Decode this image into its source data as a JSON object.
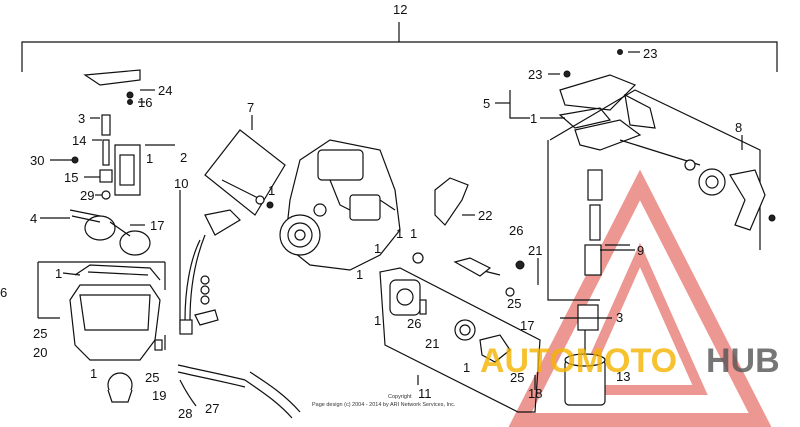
{
  "diagram": {
    "callouts": [
      {
        "id": "c12",
        "text": "12"
      },
      {
        "id": "c23a",
        "text": "23"
      },
      {
        "id": "c23b",
        "text": "23"
      },
      {
        "id": "c24",
        "text": "24"
      },
      {
        "id": "c16",
        "text": "16"
      },
      {
        "id": "c5",
        "text": "5"
      },
      {
        "id": "c1a",
        "text": "1"
      },
      {
        "id": "c3a",
        "text": "3"
      },
      {
        "id": "c14",
        "text": "14"
      },
      {
        "id": "c2",
        "text": "2"
      },
      {
        "id": "c1b",
        "text": "1"
      },
      {
        "id": "c30",
        "text": "30"
      },
      {
        "id": "c15",
        "text": "15"
      },
      {
        "id": "c29",
        "text": "29"
      },
      {
        "id": "c7",
        "text": "7"
      },
      {
        "id": "c1c",
        "text": "1"
      },
      {
        "id": "c8",
        "text": "8"
      },
      {
        "id": "c10",
        "text": "10"
      },
      {
        "id": "c4",
        "text": "4"
      },
      {
        "id": "c17a",
        "text": "17"
      },
      {
        "id": "c22",
        "text": "22"
      },
      {
        "id": "c26a",
        "text": "26"
      },
      {
        "id": "c21a",
        "text": "21"
      },
      {
        "id": "c9",
        "text": "9"
      },
      {
        "id": "c1d",
        "text": "1"
      },
      {
        "id": "c1e",
        "text": "1"
      },
      {
        "id": "c1f",
        "text": "1"
      },
      {
        "id": "c6",
        "text": "6"
      },
      {
        "id": "c1g",
        "text": "1"
      },
      {
        "id": "c25a",
        "text": "25"
      },
      {
        "id": "c25b",
        "text": "25"
      },
      {
        "id": "c20",
        "text": "20"
      },
      {
        "id": "c1h",
        "text": "1"
      },
      {
        "id": "c1i",
        "text": "1"
      },
      {
        "id": "c26b",
        "text": "26"
      },
      {
        "id": "c21b",
        "text": "21"
      },
      {
        "id": "c17b",
        "text": "17"
      },
      {
        "id": "c3b",
        "text": "3"
      },
      {
        "id": "c1j",
        "text": "1"
      },
      {
        "id": "c25c",
        "text": "25"
      },
      {
        "id": "c25d",
        "text": "25"
      },
      {
        "id": "c13",
        "text": "13"
      },
      {
        "id": "c1k",
        "text": "1"
      },
      {
        "id": "c19",
        "text": "19"
      },
      {
        "id": "c28",
        "text": "28"
      },
      {
        "id": "c27",
        "text": "27"
      },
      {
        "id": "c11",
        "text": "11"
      },
      {
        "id": "c18",
        "text": "18"
      }
    ],
    "copyright_line1": "Copyright",
    "copyright_line2": "Page design (c) 2004 - 2014 by ARI Network Services, Inc.",
    "watermark_text_1": "AUTOMOTO",
    "watermark_text_2": "HUB",
    "colors": {
      "line": "#111111",
      "watermark_red": "#e0433a",
      "watermark_yellow": "#f4b400",
      "watermark_gray": "#555555"
    }
  }
}
